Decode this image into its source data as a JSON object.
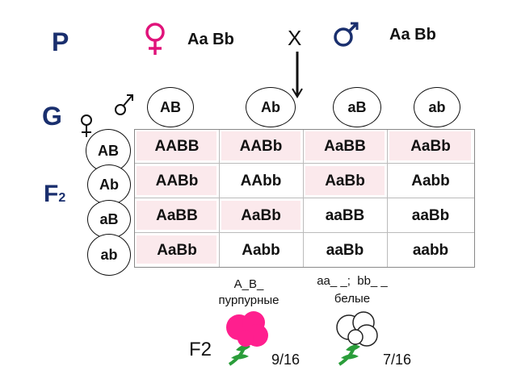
{
  "parents": {
    "row_label": "P",
    "female_genotype": "Aa Bb",
    "cross_symbol": "X",
    "male_genotype": "Aa Bb"
  },
  "gametes": {
    "row_label": "G",
    "male": [
      "AB",
      "Ab",
      "aB",
      "ab"
    ],
    "female": [
      "AB",
      "Ab",
      "aB",
      "ab"
    ]
  },
  "offspring": {
    "label": "F",
    "label_sub": "2",
    "grid": [
      [
        "AABB",
        "AABb",
        "AaBB",
        "AaBb"
      ],
      [
        "AABb",
        "AAbb",
        "AaBb",
        "Aabb"
      ],
      [
        "AaBB",
        "AaBb",
        "aaBB",
        "aaBb"
      ],
      [
        "AaBb",
        "Aabb",
        "aaBb",
        "aabb"
      ]
    ]
  },
  "phenotypes": {
    "label": "F2",
    "purple": {
      "genotype": "A_B_",
      "name": "пурпурные",
      "ratio": "9/16"
    },
    "white": {
      "genotype": "aa_ _;  bb_ _",
      "name": "белые",
      "ratio": "7/16"
    }
  },
  "colors": {
    "dark_blue": "#1a2f6e",
    "female_symbol": "#e0137a",
    "purple_cells": "#fbe9ec",
    "flower_pink": "#ff1f8e",
    "stem_green": "#2a9d3a"
  }
}
